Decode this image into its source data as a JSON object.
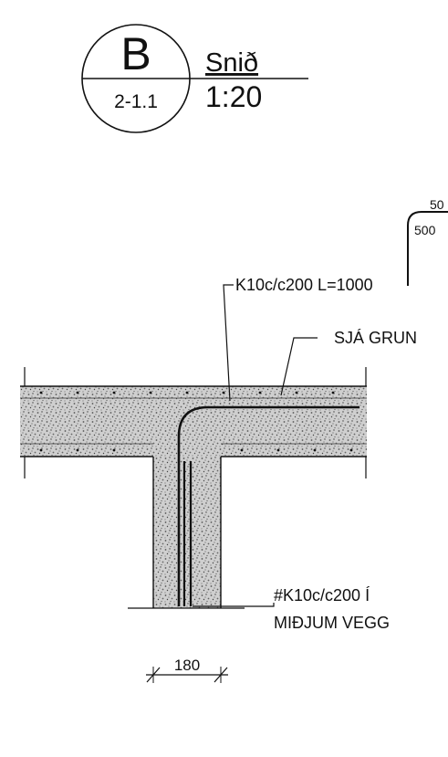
{
  "title_block": {
    "detail_letter": "B",
    "sheet_ref": "2-1.1",
    "view_title": "Snið",
    "scale": "1:20"
  },
  "bent_bar_detail": {
    "leg_horizontal": "50",
    "leg_vertical": "500"
  },
  "labels": {
    "top_rebar": "K10c/c200 L=1000",
    "see_plan": "SJÁ GRUN",
    "wall_rebar_line1": "#K10c/c200 Í",
    "wall_rebar_line2": "MIÐJUM VEGG",
    "wall_thickness": "180"
  }
}
